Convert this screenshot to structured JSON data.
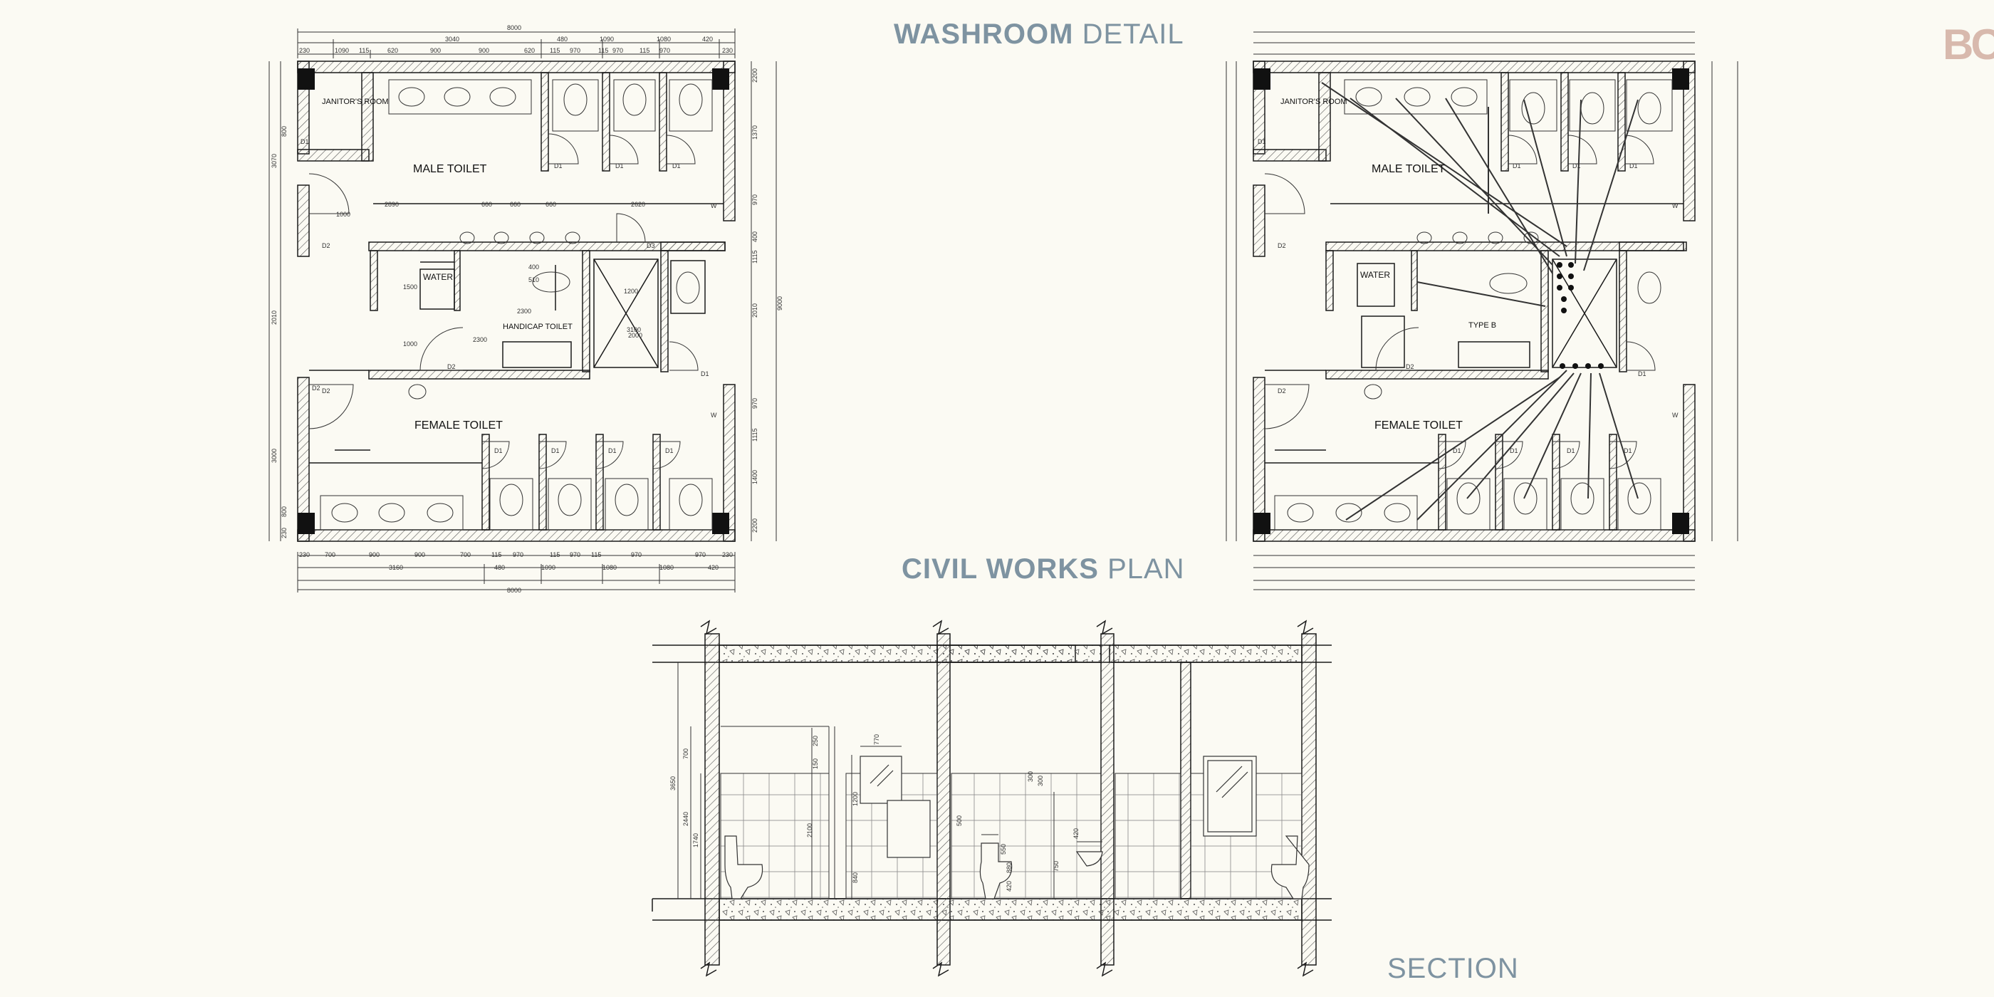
{
  "titles": {
    "washroom_bold": "WASHROOM",
    "washroom_light": "DETAIL",
    "civil_bold": "CIVIL WORKS",
    "civil_light": "PLAN",
    "section": "SECTION",
    "logo": "BC"
  },
  "colors": {
    "background": "#fbfaf3",
    "title": "#7e93a1",
    "logo": "#d8b9ad",
    "line": "#1a1a1a",
    "column": "#111111",
    "hatch": "#555555"
  },
  "plan_left": {
    "rooms": {
      "janitor": "JANITOR'S ROOM",
      "male": "MALE TOILET",
      "female": "FEMALE TOILET",
      "water": "WATER",
      "handicap": "HANDICAP TOILET"
    },
    "doors": [
      "D1",
      "D1",
      "D1",
      "D1",
      "D2",
      "D2",
      "D2",
      "D2",
      "D3",
      "D1",
      "D1",
      "D1",
      "D1",
      "D1",
      "W",
      "W"
    ],
    "dims_top": [
      "8000",
      "3040",
      "480",
      "1090",
      "1080",
      "420",
      "230",
      "1090",
      "115",
      "620",
      "900",
      "900",
      "620",
      "115",
      "970",
      "115",
      "970",
      "115",
      "970",
      "230"
    ],
    "dims_bottom": [
      "230",
      "700",
      "900",
      "900",
      "700",
      "115",
      "970",
      "115",
      "970",
      "115",
      "970",
      "970",
      "230",
      "3160",
      "480",
      "1090",
      "1080",
      "1080",
      "420",
      "8000"
    ],
    "dims_right": [
      "2200",
      "1370",
      "970",
      "400",
      "1115",
      "2010",
      "970",
      "1115",
      "1400",
      "2200",
      "9000"
    ],
    "dims_left": [
      "3070",
      "800",
      "2010",
      "3000",
      "800",
      "230"
    ],
    "dims_interior": [
      "2890",
      "660",
      "660",
      "660",
      "2620",
      "1000",
      "1500",
      "1000",
      "2300",
      "1200",
      "3100",
      "2300",
      "400",
      "510",
      "2000"
    ]
  },
  "plan_right": {
    "rooms": {
      "janitor": "JANITOR'S ROOM",
      "male": "MALE TOILET",
      "female": "FEMALE TOILET",
      "water": "WATER",
      "type_b": "TYPE B"
    },
    "doors": [
      "D1",
      "D1",
      "D1",
      "D1",
      "D2",
      "D2",
      "D2",
      "D1",
      "D1",
      "D1",
      "D1",
      "D1",
      "W",
      "W"
    ]
  },
  "section": {
    "dims": [
      "3650",
      "700",
      "2440",
      "1740",
      "250",
      "150",
      "770",
      "1200",
      "2100",
      "840",
      "300",
      "300",
      "500",
      "550",
      "880",
      "420",
      "750",
      "420"
    ]
  }
}
